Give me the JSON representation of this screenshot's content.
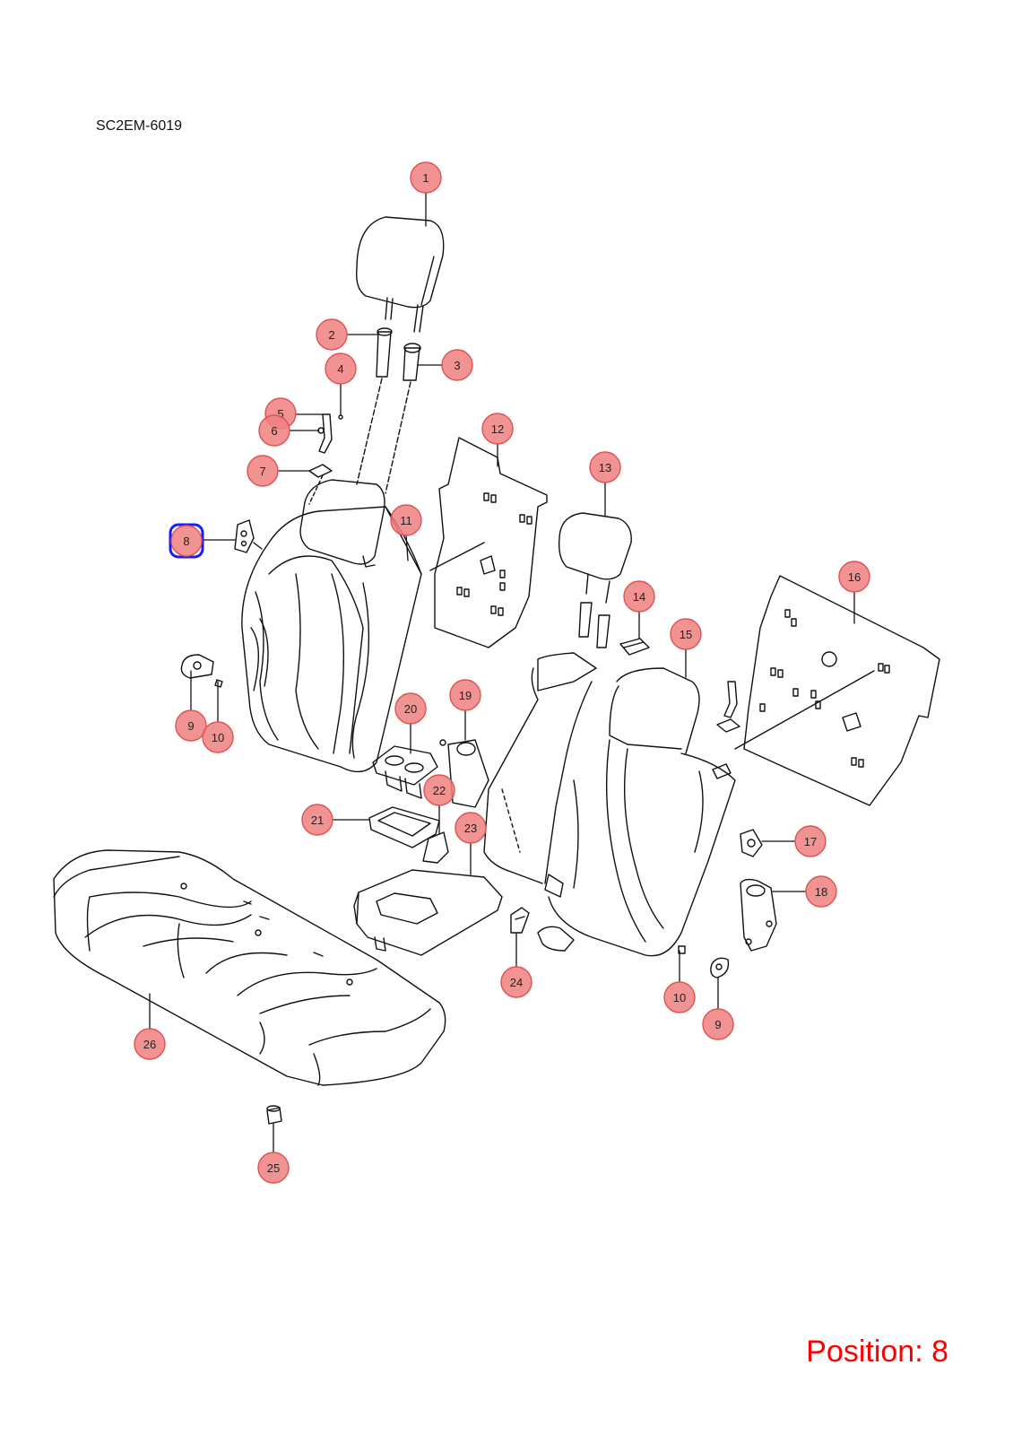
{
  "diagram": {
    "reference_code": "SC2EM-6019",
    "position_label": "Position: 8",
    "selected_callout": "8",
    "colors": {
      "callout_fill": "#f08080",
      "callout_stroke": "#e05050",
      "highlight": "#1a1aff",
      "position_text": "#ff0000",
      "line": "#111111"
    },
    "callouts": [
      {
        "id": "c1",
        "label": "1"
      },
      {
        "id": "c2",
        "label": "2"
      },
      {
        "id": "c3",
        "label": "3"
      },
      {
        "id": "c4",
        "label": "4"
      },
      {
        "id": "c5",
        "label": "5"
      },
      {
        "id": "c6",
        "label": "6"
      },
      {
        "id": "c7",
        "label": "7"
      },
      {
        "id": "c8",
        "label": "8"
      },
      {
        "id": "c9a",
        "label": "9"
      },
      {
        "id": "c10a",
        "label": "10"
      },
      {
        "id": "c11",
        "label": "11"
      },
      {
        "id": "c12",
        "label": "12"
      },
      {
        "id": "c13",
        "label": "13"
      },
      {
        "id": "c14",
        "label": "14"
      },
      {
        "id": "c15",
        "label": "15"
      },
      {
        "id": "c16",
        "label": "16"
      },
      {
        "id": "c17",
        "label": "17"
      },
      {
        "id": "c18",
        "label": "18"
      },
      {
        "id": "c19",
        "label": "19"
      },
      {
        "id": "c20",
        "label": "20"
      },
      {
        "id": "c21",
        "label": "21"
      },
      {
        "id": "c22",
        "label": "22"
      },
      {
        "id": "c23",
        "label": "23"
      },
      {
        "id": "c24",
        "label": "24"
      },
      {
        "id": "c10b",
        "label": "10"
      },
      {
        "id": "c9b",
        "label": "9"
      },
      {
        "id": "c25",
        "label": "25"
      },
      {
        "id": "c26",
        "label": "26"
      }
    ]
  }
}
